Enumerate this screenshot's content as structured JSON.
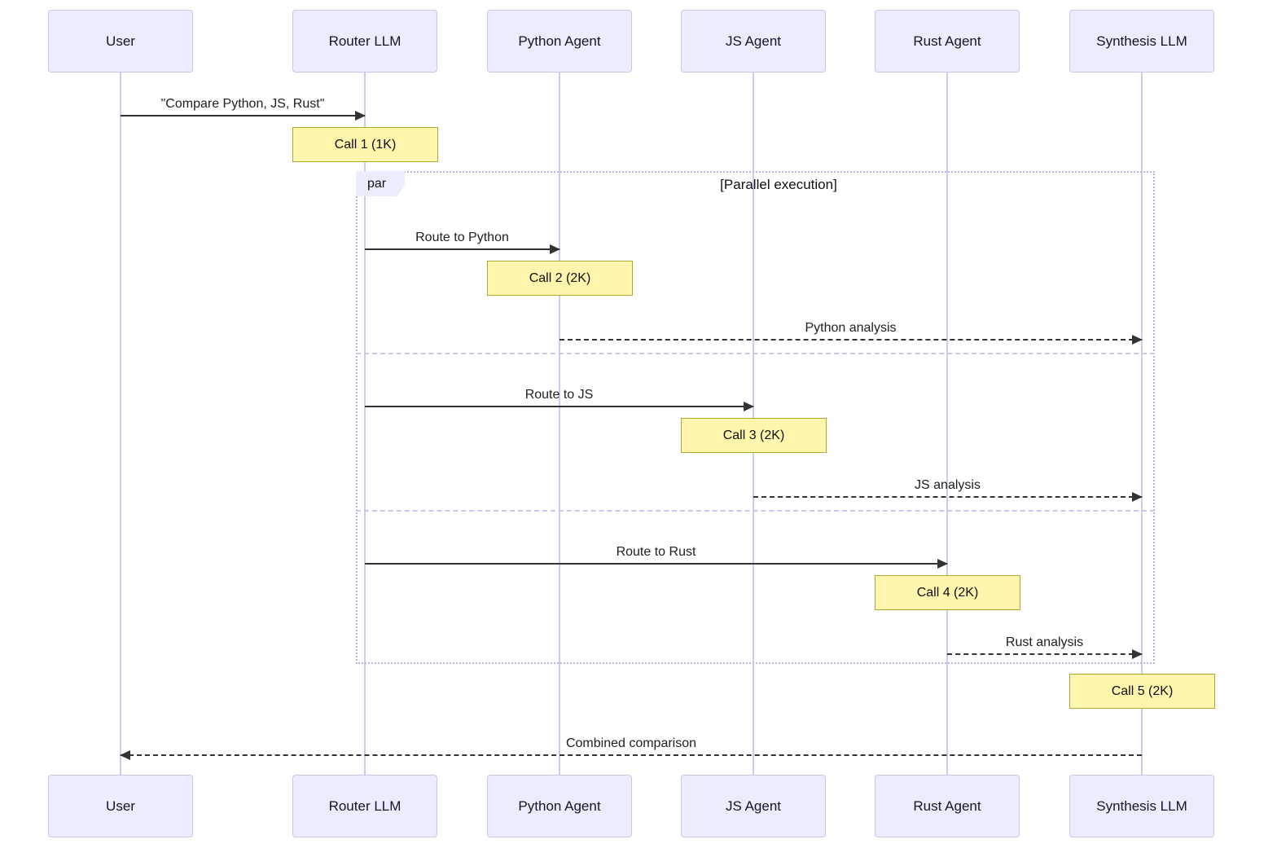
{
  "diagram": {
    "type": "sequence-diagram",
    "participants": [
      {
        "id": "user",
        "label": "User"
      },
      {
        "id": "router-llm",
        "label": "Router LLM"
      },
      {
        "id": "python-agent",
        "label": "Python Agent"
      },
      {
        "id": "js-agent",
        "label": "JS Agent"
      },
      {
        "id": "rust-agent",
        "label": "Rust Agent"
      },
      {
        "id": "synthesis-llm",
        "label": "Synthesis LLM"
      }
    ],
    "messages": [
      {
        "from": "User",
        "to": "Router LLM",
        "text": "\"Compare Python, JS, Rust\"",
        "line": "solid"
      },
      {
        "from": "Router LLM",
        "to": "Python Agent",
        "text": "Route to Python",
        "line": "solid"
      },
      {
        "from": "Python Agent",
        "to": "Synthesis LLM",
        "text": "Python analysis",
        "line": "dashed"
      },
      {
        "from": "Router LLM",
        "to": "JS Agent",
        "text": "Route to JS",
        "line": "solid"
      },
      {
        "from": "JS Agent",
        "to": "Synthesis LLM",
        "text": "JS analysis",
        "line": "dashed"
      },
      {
        "from": "Router LLM",
        "to": "Rust Agent",
        "text": "Route to Rust",
        "line": "solid"
      },
      {
        "from": "Rust Agent",
        "to": "Synthesis LLM",
        "text": "Rust analysis",
        "line": "dashed"
      },
      {
        "from": "Synthesis LLM",
        "to": "User",
        "text": "Combined comparison",
        "line": "dashed"
      }
    ],
    "notes": [
      {
        "over": "Router LLM",
        "label": "Call 1 (1K)"
      },
      {
        "over": "Python Agent",
        "label": "Call 2 (2K)"
      },
      {
        "over": "JS Agent",
        "label": "Call 3 (2K)"
      },
      {
        "over": "Rust Agent",
        "label": "Call 4 (2K)"
      },
      {
        "over": "Synthesis LLM",
        "label": "Call 5 (2K)"
      }
    ],
    "par_block": {
      "label": "par",
      "condition": "[Parallel execution]"
    },
    "colors": {
      "actor_fill": "#ececff",
      "actor_border": "#c9c5ef",
      "lifeline": "#cfcbec",
      "note_fill": "#fff5ad",
      "note_border": "#aaaa33",
      "frame_border": "#b8b3e6",
      "divider": "#cdc7ee",
      "message_line": "#333333",
      "background": "#ffffff"
    }
  }
}
